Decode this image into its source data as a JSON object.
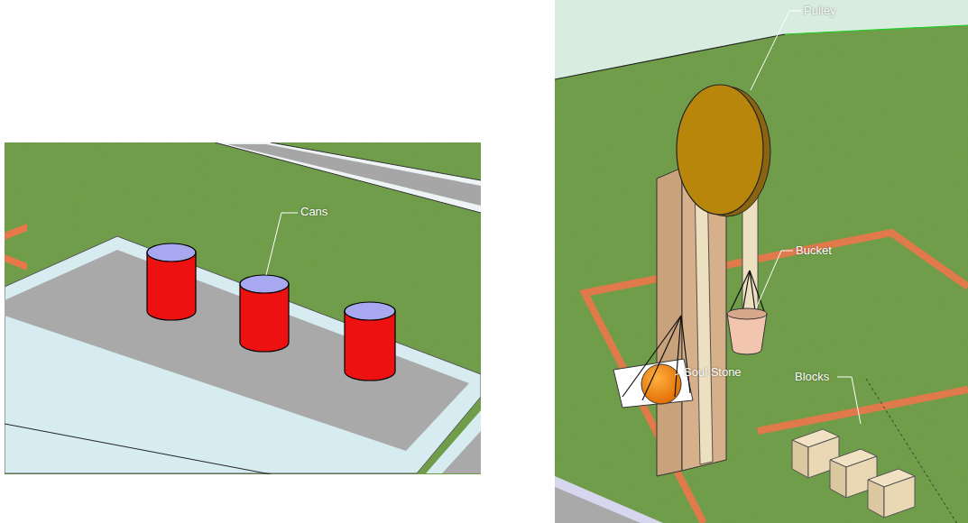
{
  "diagram": {
    "labels": [
      "Cans",
      "Pulley",
      "Bucket",
      "Soul Stone",
      "Blocks"
    ]
  }
}
